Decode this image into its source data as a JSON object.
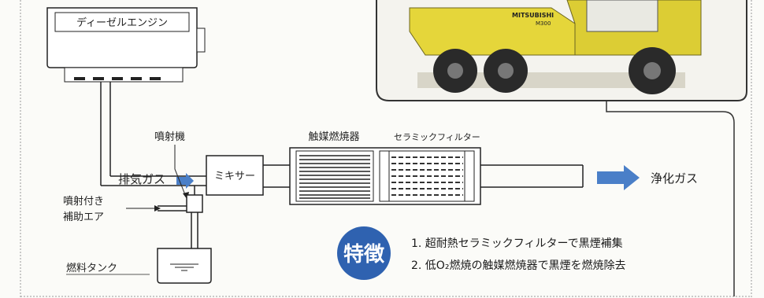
{
  "diagram": {
    "engine_label": "ディーゼルエンジン",
    "injector_label": "噴射機",
    "exhaust_label": "排気ガス",
    "mixer_label": "ミキサー",
    "catalyst_label": "触媒燃焼器",
    "filter_label": "セラミックフィルター",
    "clean_gas_label": "浄化ガス",
    "assist_air_label_line1": "噴射付き",
    "assist_air_label_line2": "補助エア",
    "fuel_tank_label": "燃料タンク",
    "truck_brand": "MITSUBISHI",
    "truck_model": "M300"
  },
  "features": {
    "badge_text": "特徴",
    "items": [
      "1. 超耐熱セラミックフィルターで黒煙補集",
      "2. 低O₂燃焼の触媒燃焼器で黒煙を燃焼除去"
    ]
  },
  "colors": {
    "arrow_blue": "#4a7fc8",
    "badge_blue": "#2f62b0",
    "truck_yellow": "#e5d63a"
  }
}
